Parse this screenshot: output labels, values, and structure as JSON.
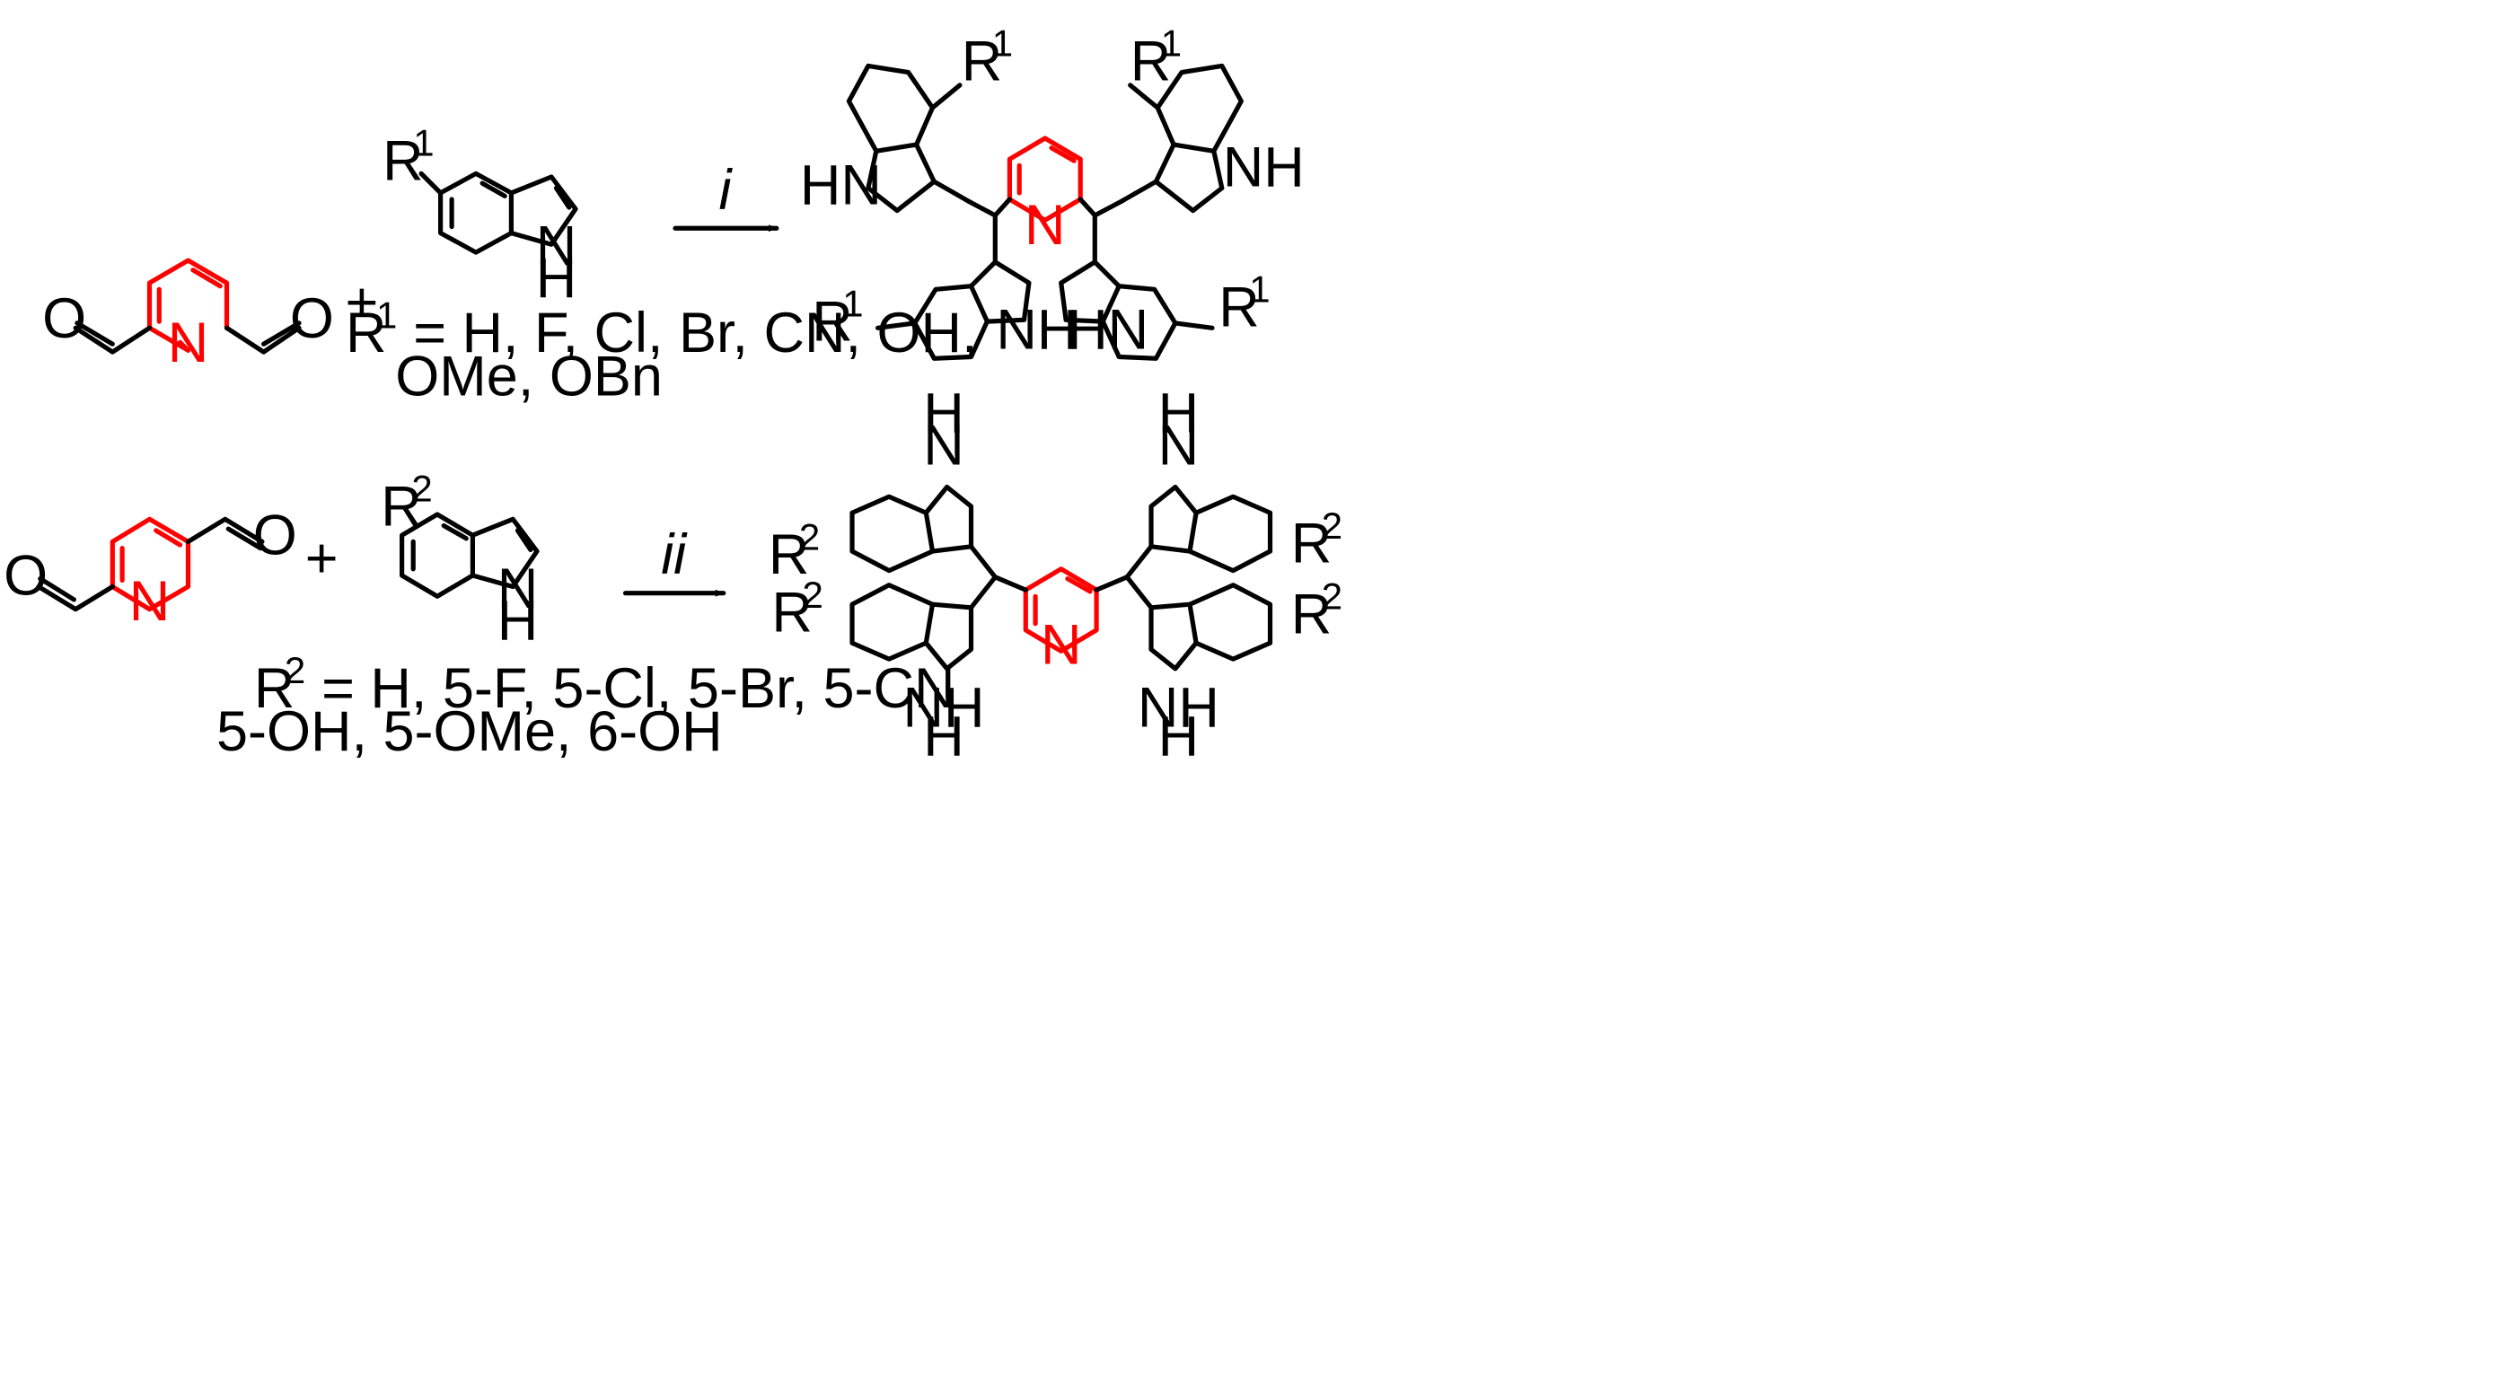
{
  "colors": {
    "pyridine": "#ff0000",
    "default": "#000000"
  },
  "atoms": {
    "N": "N",
    "NH": "NH",
    "HN": "HN",
    "H": "H",
    "O": "O",
    "plus": "+",
    "R": "R",
    "sup1": "1",
    "sup2": "2"
  },
  "reaction1": {
    "condition": "i",
    "substituent_line1": "= H, F, Cl, Br, CN, OH,",
    "substituent_line2": "OMe, OBn"
  },
  "reaction2": {
    "condition": "ii",
    "substituent_line1": "= H, 5-F, 5-Cl, 5-Br, 5-CN",
    "substituent_line2": "5-OH, 5-OMe, 6-OH"
  }
}
